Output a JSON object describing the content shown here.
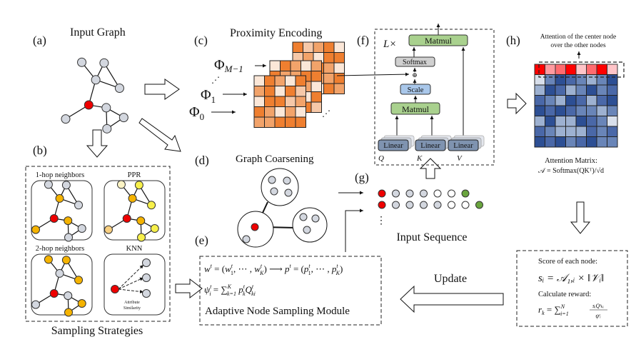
{
  "panels": {
    "a": {
      "tag": "(a)",
      "title": "Input Graph"
    },
    "b": {
      "tag": "(b)",
      "title": "Sampling Strategies",
      "strategies": [
        {
          "label": "1-hop neighbors"
        },
        {
          "label": "PPR"
        },
        {
          "label": "2-hop neighbors"
        },
        {
          "label": "KNN",
          "note_line1": "Attribute",
          "note_line2": "Similarity"
        }
      ]
    },
    "c": {
      "tag": "(c)",
      "title": "Proximity Encoding",
      "phi": "Φ",
      "sub_m1": "M−1",
      "sub_1": "1",
      "sub_0": "0"
    },
    "d": {
      "tag": "(d)",
      "title": "Graph Coarsening"
    },
    "e": {
      "tag": "(e)",
      "eq1_left": "w",
      "eq1_mid": " = (w",
      "eq1_right": "p",
      "eq2": "ψ",
      "title": "Adaptive Node Sampling Module"
    },
    "f": {
      "tag": "(f)",
      "repeat": "L×",
      "blocks": {
        "matmul_top": "Matmul",
        "softmax": "Softmax",
        "plus": "⊕",
        "scale": "Scale",
        "matmul_bottom": "Matmul",
        "linear": "Linear"
      },
      "inputs": [
        "Q",
        "K",
        "V"
      ]
    },
    "g": {
      "tag": "(g)",
      "title": "Input Sequence",
      "ellipsis": "⋮"
    },
    "h": {
      "tag": "(h)",
      "caption_line1": "Attention of the center node",
      "caption_line2": "over the other nodes",
      "matrix_title": "Attention Matrix:",
      "matrix_formula": "𝒜 = Softmax(QKᵀ)/√d"
    },
    "score": {
      "line1": "Score of each node:",
      "formula1": "sᵢ = 𝒜₁,ᵢ × ‖𝒱ᵢ‖",
      "line2": "Calculate reward:",
      "formula2_lhs": "r",
      "formula2_sum": "= ∑"
    },
    "update_label": "Update"
  },
  "colors": {
    "center_node": "#ee0000",
    "gray_node": "#d3d7df",
    "orange_node": "#f5b300",
    "yellow_node": "#f7f04a",
    "pale_yellow_node": "#fbf3c4",
    "light_orange_node": "#f8cf80",
    "green_node": "#6aa53e",
    "matmul": "#a9d18e",
    "softmax": "#d0d0d0",
    "scale": "#a9c7ea",
    "linear": "#7f93b0"
  },
  "sequences": [
    [
      "red",
      "gray",
      "gray",
      "gray",
      "white",
      "white",
      "green"
    ],
    [
      "red",
      "gray",
      "gray",
      "gray",
      "gray",
      "white",
      "white",
      "green"
    ]
  ],
  "orange_matrix": [
    [
      3,
      1,
      2,
      3,
      0
    ],
    [
      1,
      2,
      0,
      3,
      3
    ],
    [
      2,
      0,
      3,
      2,
      0
    ],
    [
      3,
      3,
      2,
      2,
      3
    ],
    [
      0,
      3,
      0,
      3,
      2
    ]
  ],
  "attention_row": [
    0,
    2,
    3,
    0,
    1,
    3,
    0,
    1
  ],
  "attention_matrix": [
    [
      1,
      3,
      0,
      4,
      3,
      2,
      3,
      0
    ],
    [
      2,
      0,
      4,
      2,
      3,
      0,
      3,
      4
    ],
    [
      4,
      3,
      2,
      0,
      4,
      2,
      4,
      0
    ],
    [
      0,
      4,
      0,
      4,
      3,
      3,
      2,
      3
    ],
    [
      2,
      0,
      2,
      2,
      0,
      4,
      3,
      1
    ],
    [
      4,
      3,
      2,
      2,
      2,
      4,
      3,
      4
    ],
    [
      0,
      4,
      0,
      3,
      4,
      0,
      3,
      3
    ]
  ]
}
